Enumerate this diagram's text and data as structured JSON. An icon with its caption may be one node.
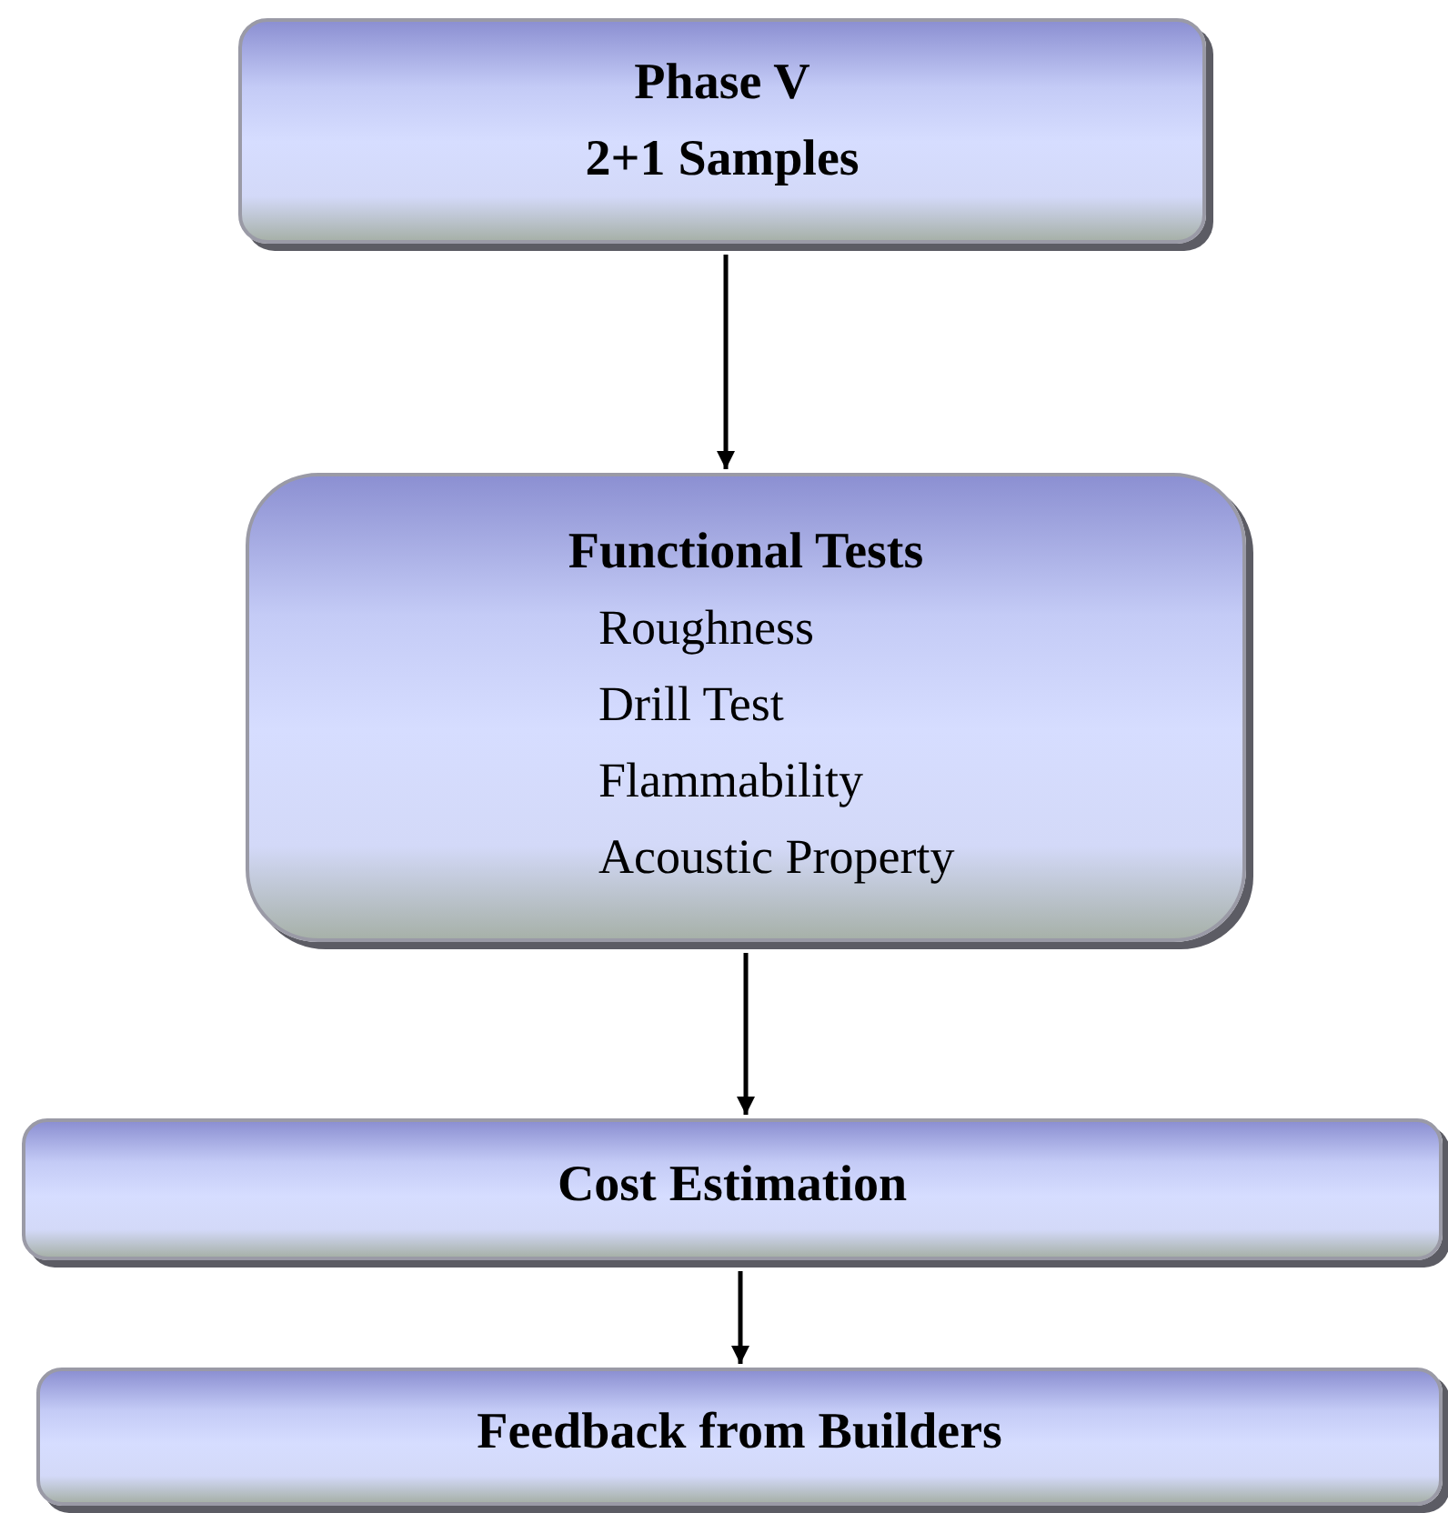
{
  "diagram": {
    "nodes": [
      {
        "text": [
          "Phase V",
          "2+1 Samples"
        ]
      },
      {
        "text": [
          "Functional Tests",
          "Roughness",
          "Drill Test",
          "Flammability",
          "Acoustic Property"
        ]
      },
      {
        "text": [
          "Cost Estimation"
        ]
      },
      {
        "text": [
          "Feedback from Builders"
        ]
      }
    ],
    "edges": [
      {
        "from": 0,
        "to": 1,
        "arrow": "to"
      },
      {
        "from": 1,
        "to": 2,
        "arrow": "to"
      },
      {
        "from": 2,
        "to": 3,
        "arrow": "to"
      }
    ]
  }
}
